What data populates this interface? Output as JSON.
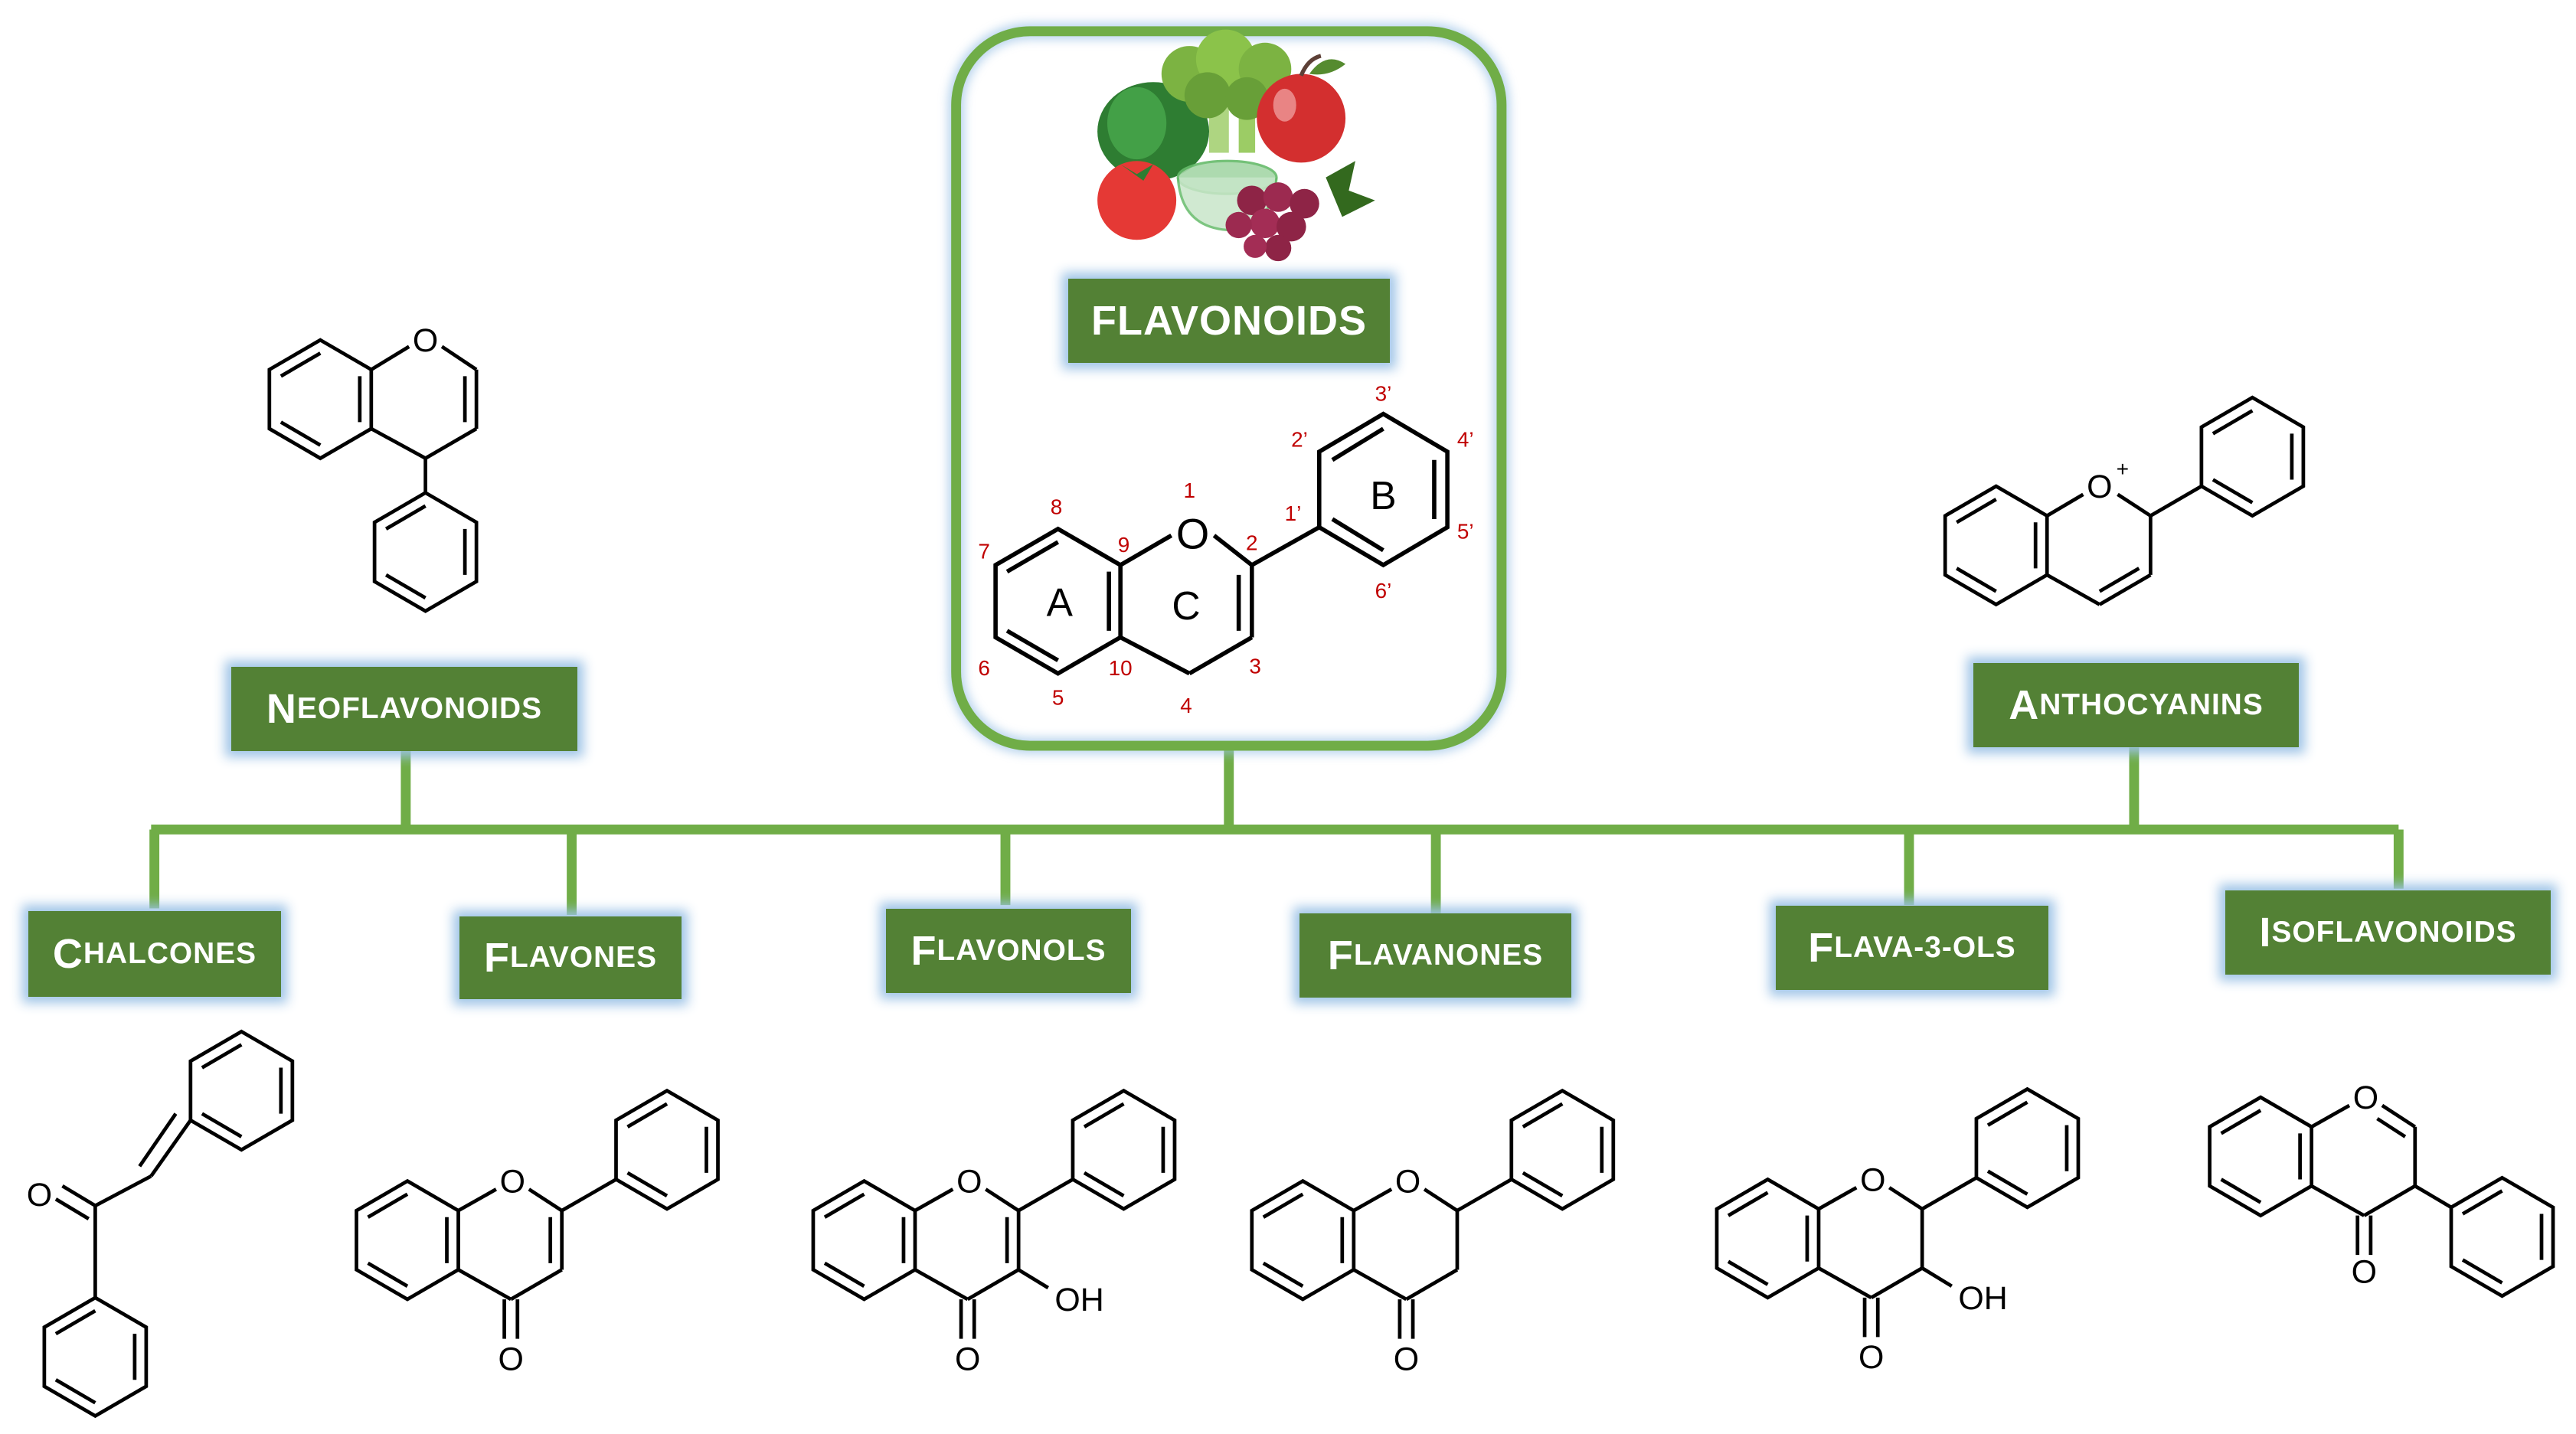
{
  "center": {
    "title": "FLAVONOIDS",
    "ring_labels": [
      "A",
      "C",
      "B"
    ],
    "heteroatom": "O"
  },
  "numbering": {
    "n1": "1",
    "n2": "2",
    "n3": "3",
    "n4": "4",
    "n5": "5",
    "n6": "6",
    "n7": "7",
    "n8": "8",
    "n9": "9",
    "n10": "10",
    "n1p": "1’",
    "n2p": "2’",
    "n3p": "3’",
    "n4p": "4’",
    "n5p": "5’",
    "n6p": "6’"
  },
  "classes": {
    "neoflavonoids": {
      "cap": "N",
      "rest": "EOFLAVONOIDS"
    },
    "anthocyanins": {
      "cap": "A",
      "rest": "NTHOCYANINS",
      "oxygen": "O",
      "charge": "+"
    },
    "chalcones": {
      "cap": "C",
      "rest": "HALCONES",
      "oxygen": "O"
    },
    "flavones": {
      "cap": "F",
      "rest": "LAVONES",
      "oxygen": "O"
    },
    "flavonols": {
      "cap": "F",
      "rest": "LAVONOLS",
      "oxygen": "O",
      "hydroxyl": "OH"
    },
    "flavanones": {
      "cap": "F",
      "rest": "LAVANONES",
      "oxygen": "O"
    },
    "flava3ols": {
      "cap": "F",
      "rest": "LAVA-3-OLS",
      "oxygen": "O",
      "hydroxyl": "OH"
    },
    "isoflavonoids": {
      "cap": "I",
      "rest": "SOFLAVONOIDS",
      "oxygen": "O"
    }
  },
  "colors": {
    "box_green": "#538135",
    "line_green": "#70ad47",
    "glow_blue": "#9bc2e6",
    "number_red": "#c00000"
  }
}
